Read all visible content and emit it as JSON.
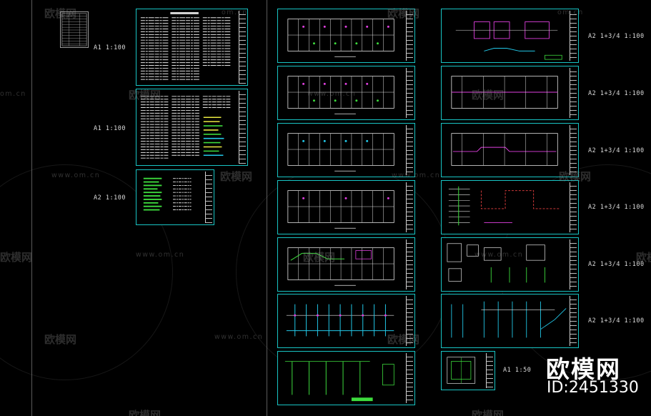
{
  "scale_labels": {
    "a1_100": "A1 1:100",
    "a2_100": "A2 1:100",
    "a2_134_100": "A2 1+3/4  1:100",
    "a1_50": "A1 1:50"
  },
  "watermark": {
    "brand": "欧模网",
    "url": "www.om.cn",
    "url_short": "om.cn"
  },
  "corner_brand": {
    "name": "欧模网",
    "id_text": "ID:2451330"
  },
  "colors": {
    "sheet_border": "#18c4c4",
    "drawing_white": "#e6e6e6",
    "pipe_green": "#3ddc3d",
    "pipe_magenta": "#e040e0",
    "pipe_cyan": "#22c8e8",
    "pipe_red": "#e84040",
    "legend_yellow": "#e8e840"
  }
}
